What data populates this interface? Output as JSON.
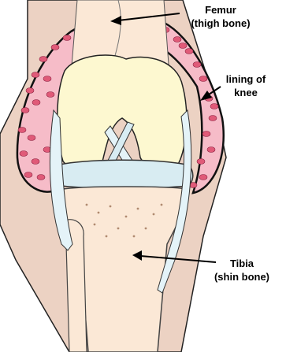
{
  "labels": {
    "femur": {
      "name": "Femur",
      "detail": "(thigh bone)"
    },
    "lining": {
      "line1": "lining of",
      "line2": "knee"
    },
    "tibia": {
      "name": "Tibia",
      "detail": "(shin bone)"
    }
  },
  "colors": {
    "skin": "#ecd2c3",
    "lining": "#f6bcc8",
    "cell": "#e05a78",
    "bone": "#fbe8d6",
    "cartilage": "#fdf8d0",
    "meniscus": "#d8ecf2",
    "ligament": "#e4f3f8",
    "outline": "#111111"
  }
}
